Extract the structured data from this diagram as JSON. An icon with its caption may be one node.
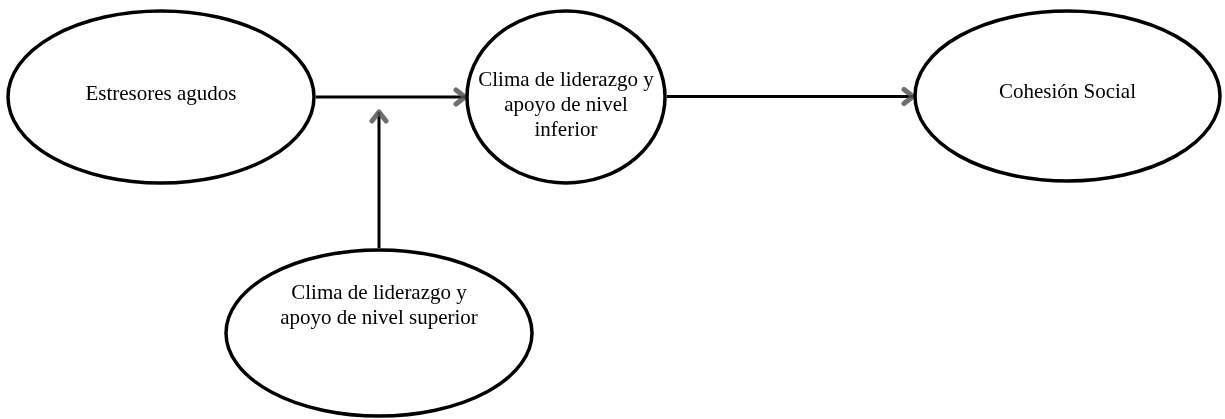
{
  "diagram": {
    "nodes": [
      {
        "text": [
          "Estresores agudos"
        ]
      },
      {
        "text": [
          "Clima de liderazgo y apoyo de nivel inferior"
        ]
      },
      {
        "text": [
          "Cohesión Social"
        ]
      },
      {
        "text": [
          "Clima de liderazgo y apoyo de nivel superior"
        ]
      }
    ],
    "edges": [
      {
        "from": 0,
        "to": 1,
        "arrow": "to"
      },
      {
        "from": 1,
        "to": 2,
        "arrow": "to"
      },
      {
        "from": 3,
        "to": null,
        "arrow": "to"
      }
    ]
  }
}
